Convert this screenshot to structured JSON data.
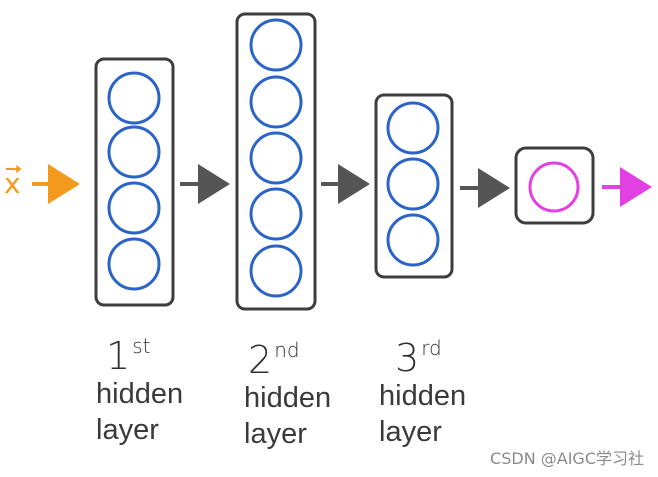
{
  "input": {
    "symbol": "x",
    "color": "#f39a1d"
  },
  "output": {
    "color": "#e340e3"
  },
  "colors": {
    "neuron_stroke": "#2a64c8",
    "box_stroke": "#3d3d3d",
    "arrow": "#555555",
    "output_neuron": "#e340e3"
  },
  "layers": [
    {
      "ordinal_number": "1",
      "ordinal_suffix": "st",
      "line1": "hidden",
      "line2": "layer",
      "neurons": 4
    },
    {
      "ordinal_number": "2",
      "ordinal_suffix": "nd",
      "line1": "hidden",
      "line2": "layer",
      "neurons": 5
    },
    {
      "ordinal_number": "3",
      "ordinal_suffix": "rd",
      "line1": "hidden",
      "line2": "layer",
      "neurons": 3
    }
  ],
  "output_layer": {
    "neurons": 1
  },
  "watermark": "CSDN @AIGC学习社"
}
